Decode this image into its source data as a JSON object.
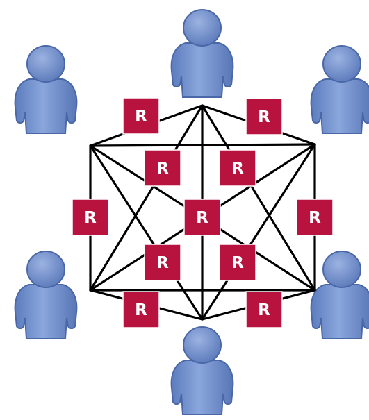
{
  "colors": {
    "person_fill": "#6f8fce",
    "person_outline": "#4a67a8",
    "relay_fill": "#b8123e",
    "relay_text": "#ffffff",
    "edge": "#000000"
  },
  "people": [
    {
      "id": "person-top",
      "icon": "user-icon"
    },
    {
      "id": "person-upper-left",
      "icon": "user-icon"
    },
    {
      "id": "person-upper-right",
      "icon": "user-icon"
    },
    {
      "id": "person-lower-left",
      "icon": "user-icon"
    },
    {
      "id": "person-lower-right",
      "icon": "user-icon"
    },
    {
      "id": "person-bottom",
      "icon": "user-icon"
    }
  ],
  "nodes": [
    "top",
    "upper-left",
    "upper-right",
    "lower-left",
    "lower-right",
    "bottom"
  ],
  "edges": [
    [
      "top",
      "upper-left"
    ],
    [
      "top",
      "upper-right"
    ],
    [
      "top",
      "lower-left"
    ],
    [
      "top",
      "lower-right"
    ],
    [
      "top",
      "bottom"
    ],
    [
      "upper-left",
      "upper-right"
    ],
    [
      "upper-left",
      "lower-left"
    ],
    [
      "upper-left",
      "lower-right"
    ],
    [
      "upper-left",
      "bottom"
    ],
    [
      "upper-right",
      "lower-left"
    ],
    [
      "upper-right",
      "lower-right"
    ],
    [
      "upper-right",
      "bottom"
    ],
    [
      "lower-left",
      "lower-right"
    ],
    [
      "lower-left",
      "bottom"
    ],
    [
      "lower-right",
      "bottom"
    ]
  ],
  "relays": [
    {
      "id": "relay-top-upper-left",
      "label": "R"
    },
    {
      "id": "relay-top-upper-right",
      "label": "R"
    },
    {
      "id": "relay-inner-upper-left",
      "label": "R"
    },
    {
      "id": "relay-inner-upper-right",
      "label": "R"
    },
    {
      "id": "relay-left",
      "label": "R"
    },
    {
      "id": "relay-center",
      "label": "R"
    },
    {
      "id": "relay-right",
      "label": "R"
    },
    {
      "id": "relay-inner-lower-left",
      "label": "R"
    },
    {
      "id": "relay-inner-lower-right",
      "label": "R"
    },
    {
      "id": "relay-bottom-lower-left",
      "label": "R"
    },
    {
      "id": "relay-bottom-lower-right",
      "label": "R"
    }
  ]
}
